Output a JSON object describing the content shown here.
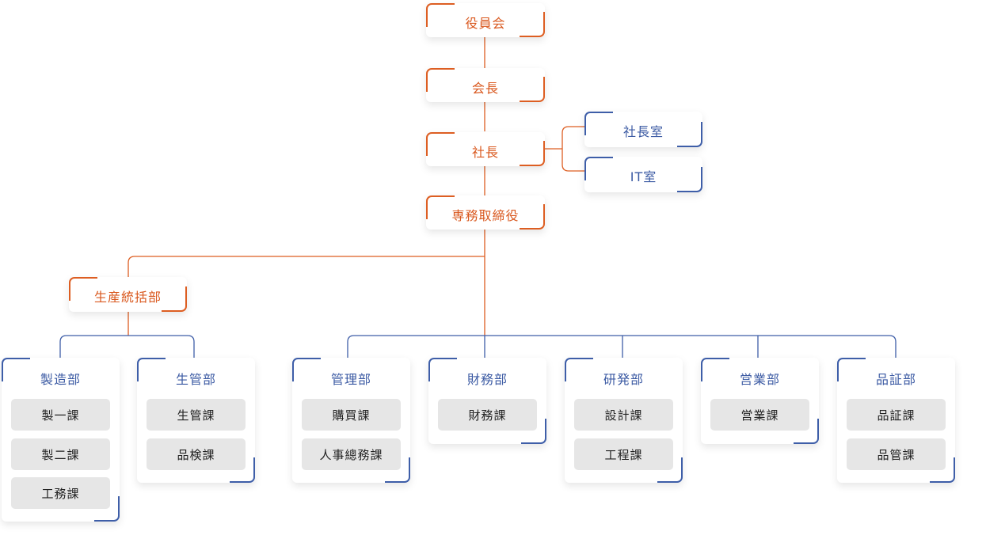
{
  "colors": {
    "executive": "#dd5e22",
    "department": "#3e5ea8",
    "section_bg": "#e6e6e6"
  },
  "executives": [
    {
      "id": "board",
      "label": "役員会"
    },
    {
      "id": "chairman",
      "label": "会長"
    },
    {
      "id": "president",
      "label": "社長"
    },
    {
      "id": "senior-md",
      "label": "専務取締役"
    },
    {
      "id": "production-hq",
      "label": "生産統括部"
    }
  ],
  "offices": [
    {
      "id": "president-office",
      "label": "社長室"
    },
    {
      "id": "it-office",
      "label": "IT室"
    }
  ],
  "departments": [
    {
      "id": "manufacturing",
      "label": "製造部",
      "sections": [
        "製一課",
        "製二課",
        "工務課"
      ]
    },
    {
      "id": "production-control",
      "label": "生管部",
      "sections": [
        "生管課",
        "品検課"
      ]
    },
    {
      "id": "administration",
      "label": "管理部",
      "sections": [
        "購買課",
        "人事總務課"
      ]
    },
    {
      "id": "finance",
      "label": "財務部",
      "sections": [
        "財務課"
      ]
    },
    {
      "id": "rnd",
      "label": "研発部",
      "sections": [
        "設計課",
        "工程課"
      ]
    },
    {
      "id": "sales",
      "label": "営業部",
      "sections": [
        "営業課"
      ]
    },
    {
      "id": "quality",
      "label": "品証部",
      "sections": [
        "品証課",
        "品管課"
      ]
    }
  ]
}
